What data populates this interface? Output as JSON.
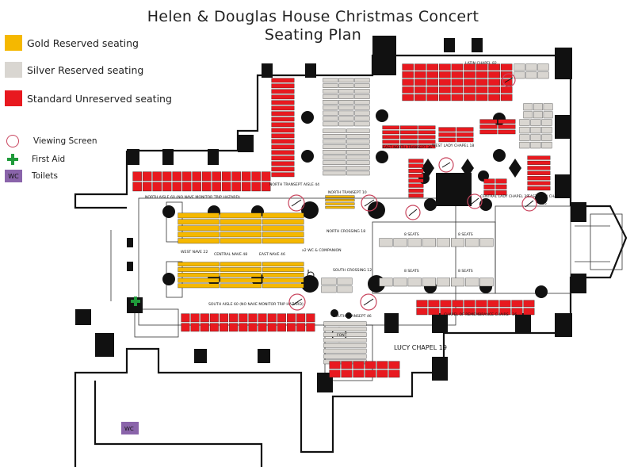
{
  "title": {
    "line1": "Helen & Douglas House Christmas Concert",
    "line2": "Seating Plan"
  },
  "colors": {
    "gold": "#f5b800",
    "silver": "#d9d6d1",
    "standard": "#e8191f",
    "first_aid": "#1f9a3a",
    "toilets": "#8a64aa",
    "viewing_screen": "#c9455e",
    "wall": "#111111"
  },
  "legend": {
    "gold": "Gold Reserved seating",
    "silver": "Silver Reserved seating",
    "standard": "Standard Unreserved seating",
    "viewing_screen": "Viewing Screen",
    "first_aid": "First Aid",
    "toilets": "Toilets",
    "toilets_badge": "WC"
  },
  "map_labels": {
    "latin_chapel": "LATIN CHAPEL 82",
    "east_north_transept": "EAST NORTH TRANSEPT 36",
    "west_lady_chapel": "WEST LADY CHAPEL 18",
    "north_transept_aisle": "NORTH TRANSEPT AISLE 44",
    "north_transept": "NORTH TRANSEPT 10",
    "central_lady_chapel": "CENTRAL LADY CHAPEL 38",
    "east_lady_chapel": "EAST LADY CHAPEL",
    "east_lady_chapel_num": "35",
    "north_aisle": "NORTH AISLE 60 (NO NAVE MONITOR TRIP HAZARD)",
    "north_crossing": "NORTH CROSSING 18",
    "west_nave": "WEST NAVE 22",
    "central_nave": "CENTRAL NAVE 48",
    "east_nave": "EAST NAVE 46",
    "wc_companion": "x2 WC & COMPANION",
    "south_crossing": "SOUTH CROSSING 12",
    "south_aisle": "SOUTH AISLE 60 (NO NAVE MONITOR TRIP HAZARD)",
    "south_transept": "SOUTH TRANSEPT 46",
    "font": "FONT",
    "chapel_remembrance": "CHAPEL OF REMEMBRANCE CHAIRS - 36",
    "lucy_chapel": "LUCY CHAPEL 19",
    "eight_seats": "8 SEATS",
    "wc": "WC"
  }
}
